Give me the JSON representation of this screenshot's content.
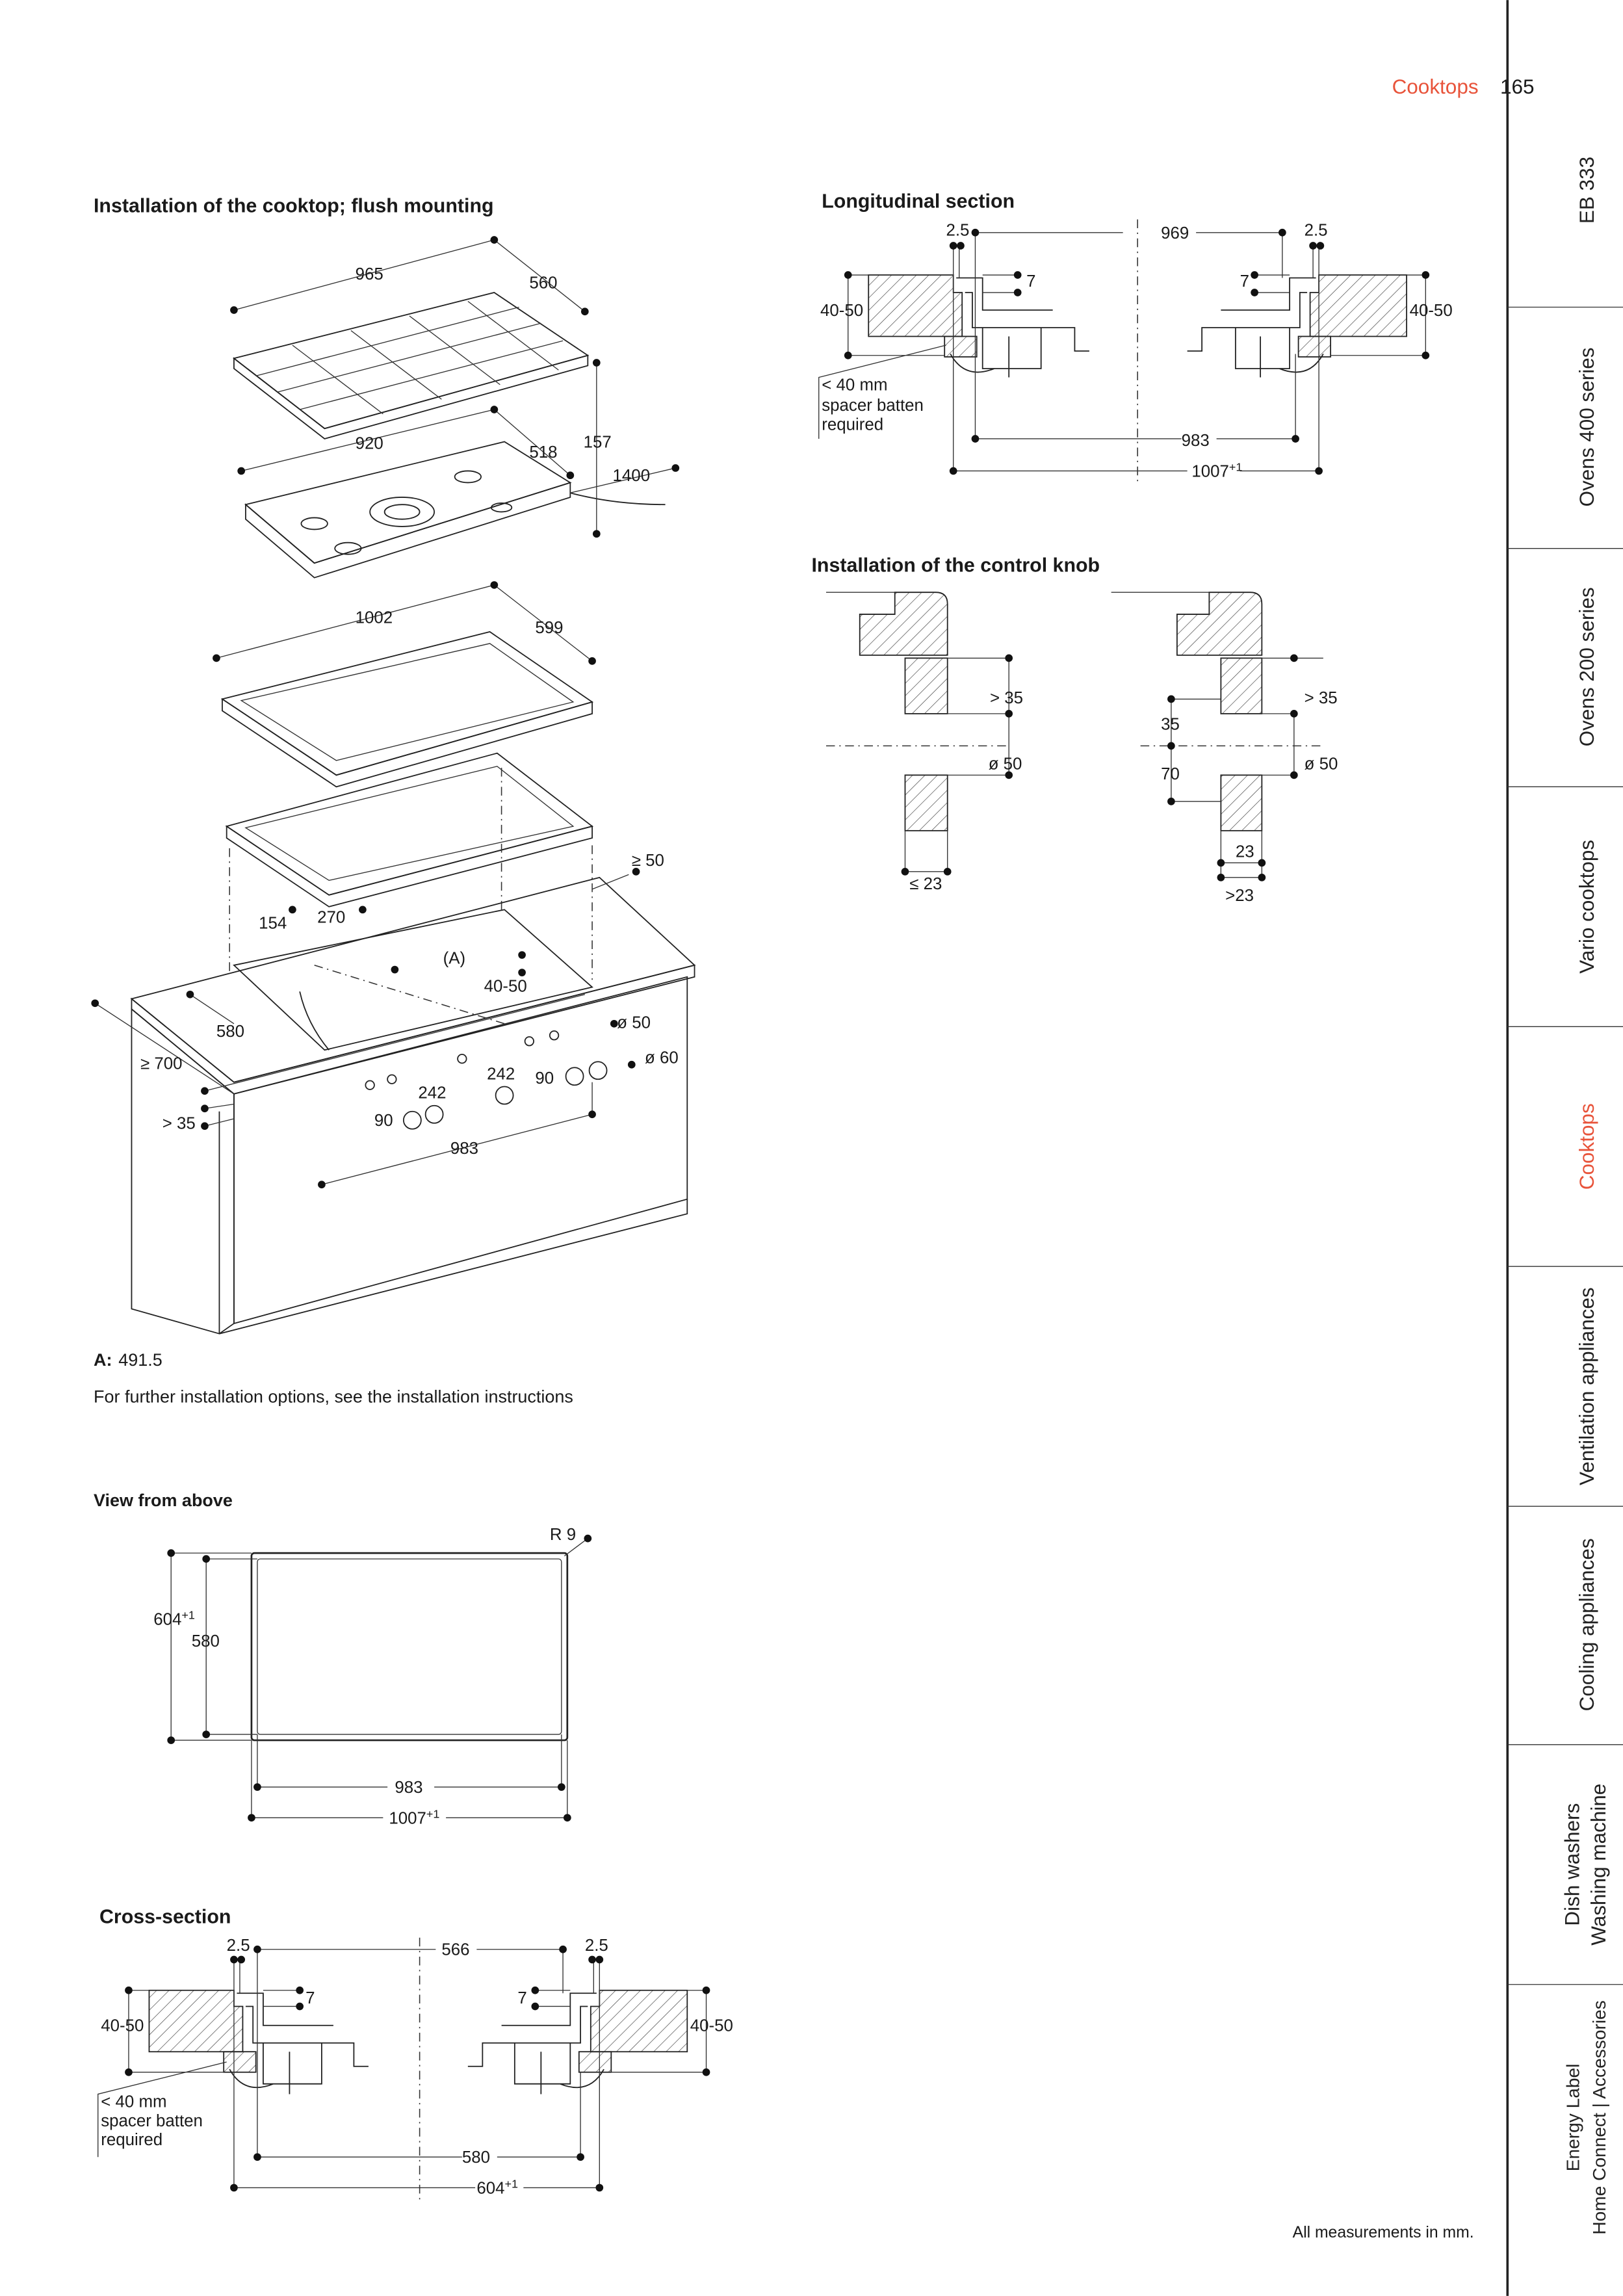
{
  "header": {
    "section": "Cooktops",
    "page_number": "165",
    "accent_color": "#e8533a"
  },
  "sidebar": {
    "items": [
      {
        "lines": [
          "EB 333"
        ],
        "active": false
      },
      {
        "lines": [
          "Ovens 400 series"
        ],
        "active": false
      },
      {
        "lines": [
          "Ovens 200 series"
        ],
        "active": false
      },
      {
        "lines": [
          "Vario cooktops"
        ],
        "active": false
      },
      {
        "lines": [
          "Cooktops"
        ],
        "active": true
      },
      {
        "lines": [
          "Ventilation appliances"
        ],
        "active": false
      },
      {
        "lines": [
          "Cooling appliances"
        ],
        "active": false
      },
      {
        "lines": [
          "Dish washers",
          "Washing machine"
        ],
        "active": false
      },
      {
        "lines": [
          "Energy Label",
          "Home Connect | Accessories"
        ],
        "active": false
      }
    ]
  },
  "install": {
    "title": "Installation of the cooktop; flush mounting",
    "dims": [
      "965",
      "560",
      "920",
      "518",
      "157",
      "1400",
      "1002",
      "599",
      "≥ 50",
      "154",
      "270",
      "(A)",
      "40-50",
      "580",
      "≥ 700",
      "> 35",
      "ø 50",
      "ø 60",
      "242",
      "242",
      "90",
      "90",
      "983"
    ],
    "note_label": "A:",
    "note_value": "491.5",
    "further": "For further installation options, see the installation instructions"
  },
  "longitudinal": {
    "title": "Longitudinal section",
    "dims": [
      "2.5",
      "969",
      "2.5",
      "7",
      "7",
      "40-50",
      "40-50",
      "983",
      "1007",
      "+1"
    ],
    "spacer": [
      "< 40 mm",
      "spacer batten",
      "required"
    ]
  },
  "knob": {
    "title": "Installation of the control knob",
    "dims": [
      "> 35",
      "ø 50",
      "≤ 23",
      "> 35",
      "35",
      "70",
      "ø 50",
      "23",
      ">23"
    ]
  },
  "above": {
    "title": "View from above",
    "dims": [
      "R 9",
      "604",
      "+1",
      "580",
      "983",
      "1007",
      "+1"
    ]
  },
  "cross": {
    "title": "Cross-section",
    "dims": [
      "2.5",
      "566",
      "2.5",
      "7",
      "7",
      "40-50",
      "40-50",
      "580",
      "604",
      "+1"
    ],
    "spacer": [
      "< 40 mm",
      "spacer batten",
      "required"
    ]
  },
  "footer": {
    "note": "All measurements in mm."
  }
}
